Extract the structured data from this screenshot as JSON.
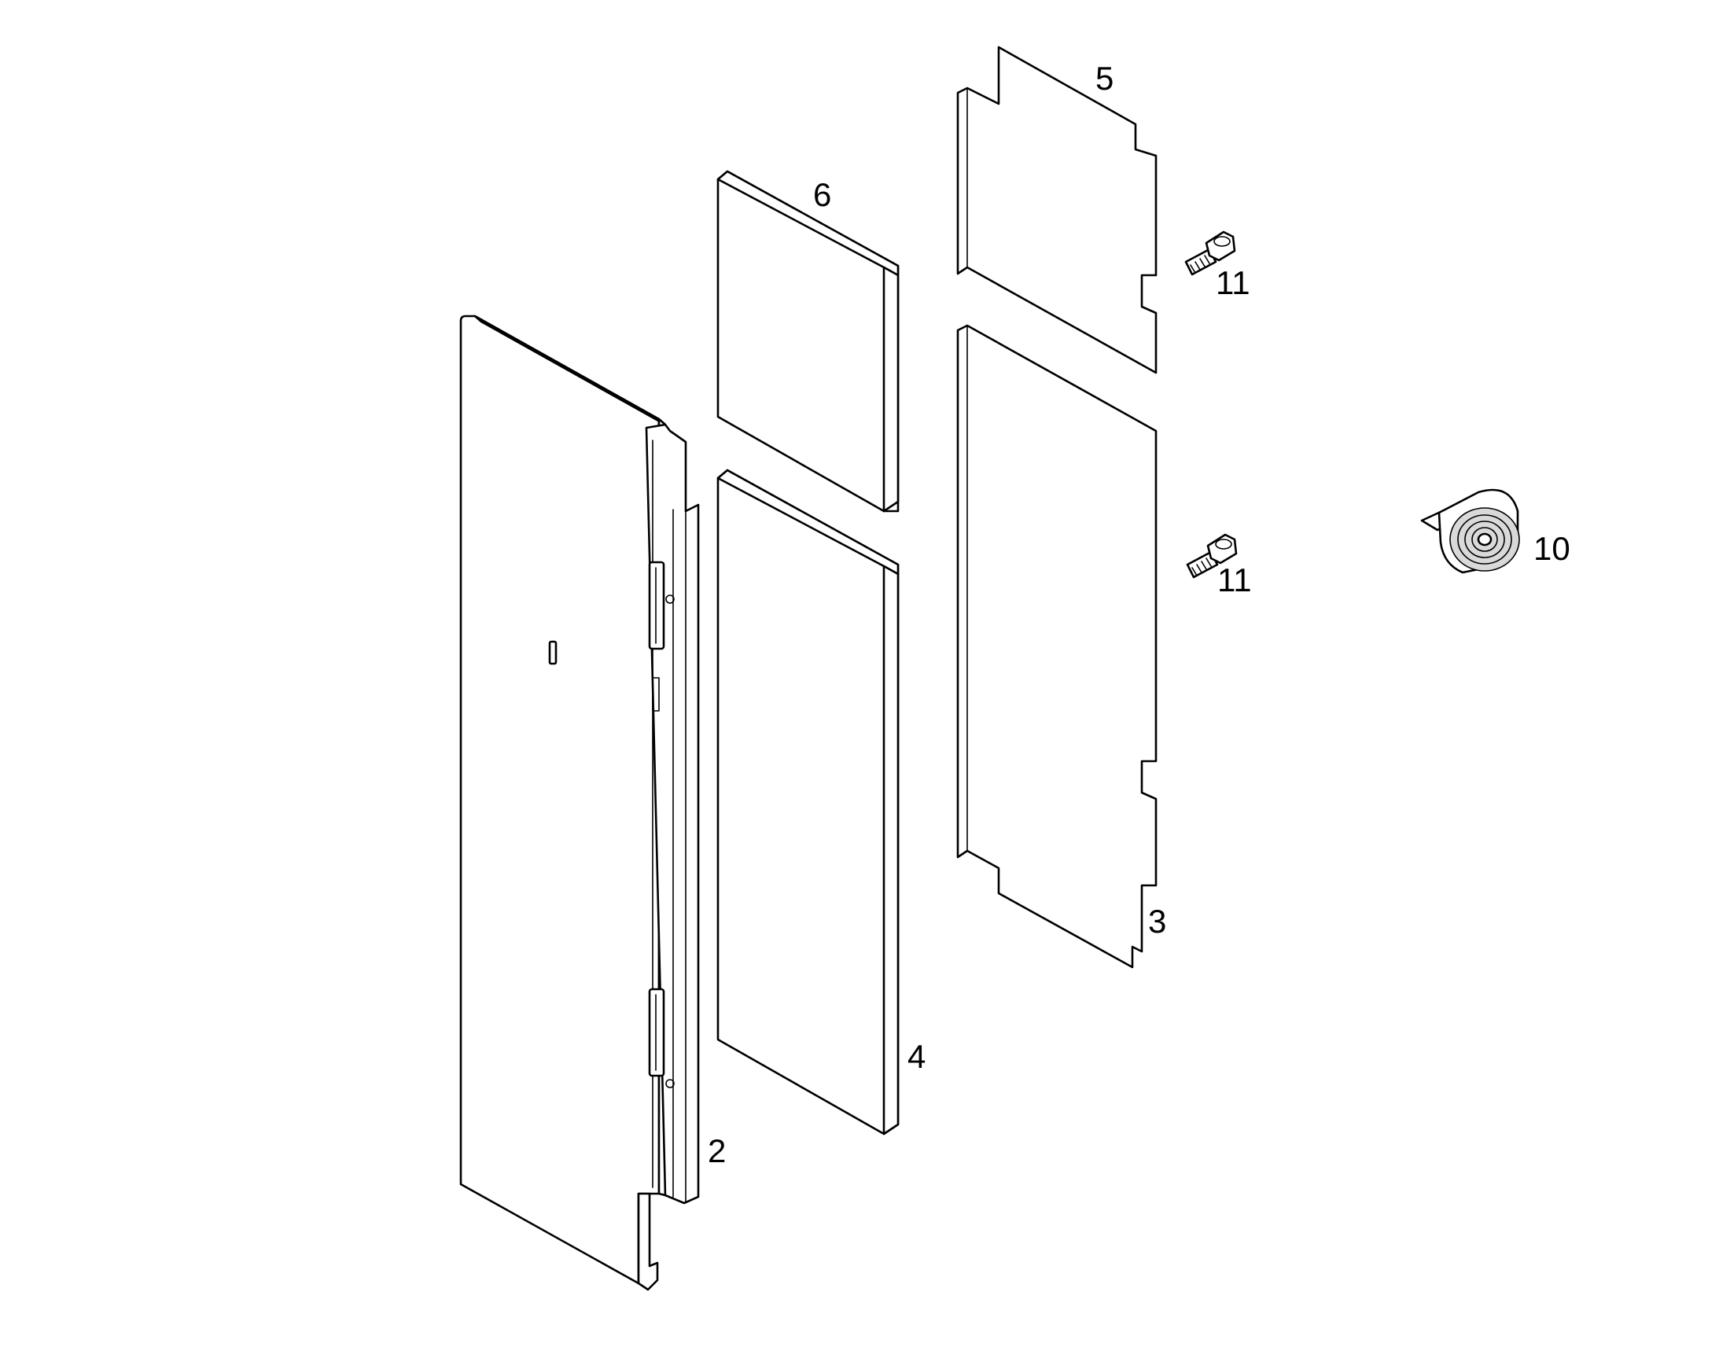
{
  "callouts": {
    "door": "2",
    "rear_panel": "3",
    "lower_insulation": "4",
    "upper_panel": "5",
    "upper_insulation": "6",
    "sealing_tape": "10",
    "screw_upper": "11",
    "screw_lower": "11"
  },
  "colors": {
    "line": "#000000",
    "background": "#ffffff",
    "tape_fill": "#d9d9d9"
  }
}
